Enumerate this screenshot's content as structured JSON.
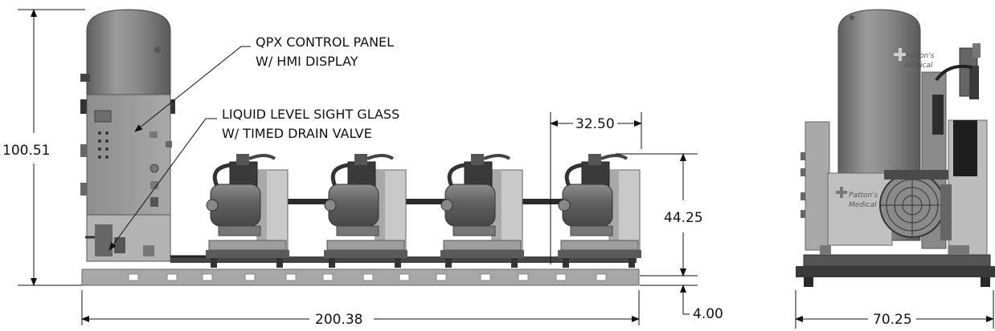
{
  "callouts": {
    "control_panel": {
      "line1": "QPX CONTROL PANEL",
      "line2": "W/ HMI DISPLAY"
    },
    "sight_glass": {
      "line1": "LIQUID LEVEL SIGHT GLASS",
      "line2": "W/ TIMED DRAIN VALVE"
    }
  },
  "dimensions": {
    "overall_height": "100.51",
    "overall_length": "200.38",
    "module_width": "32.50",
    "module_height": "44.25",
    "base_height": "4.00",
    "side_depth": "70.25"
  },
  "brand": {
    "tank_label_1": "Patton's",
    "tank_label_2": "Medical",
    "panel_label_1": "Patton's",
    "panel_label_2": "Medical"
  },
  "colors": {
    "tank": "#7f7f7f",
    "frame": "#9a9a9a",
    "motor": "#6f6f6f",
    "dark": "#2a2a2a",
    "line": "#111111"
  }
}
